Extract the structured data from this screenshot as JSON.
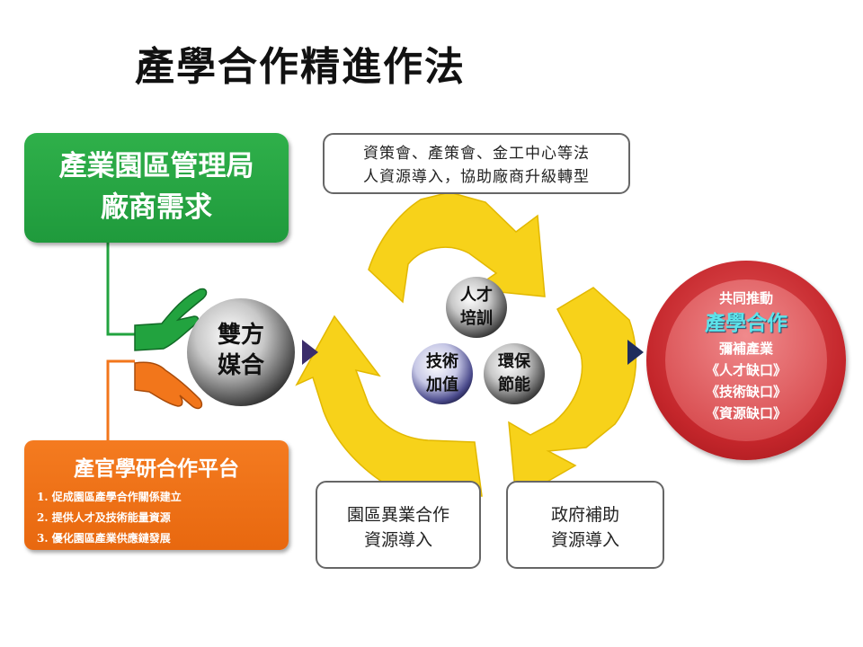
{
  "title": "產學合作精進作法",
  "green_box": {
    "line1": "產業園區管理局",
    "line2": "廠商需求"
  },
  "orange_box": {
    "title": "產官學研合作平台",
    "items": [
      "1. 促成園區產學合作關係建立",
      "2. 提供人才及技術能量資源",
      "3. 優化園區產業供應鏈發展"
    ]
  },
  "top_box": {
    "line1": "資策會、產策會、金工中心等法",
    "line2": "人資源導入，協助廠商升級轉型"
  },
  "bottom_left_box": {
    "line1": "園區異業合作",
    "line2": "資源導入"
  },
  "bottom_right_box": {
    "line1": "政府補助",
    "line2": "資源導入"
  },
  "spheres": {
    "matchmaking": {
      "line1": "雙方",
      "line2": "媒合"
    },
    "talent": {
      "line1": "人才",
      "line2": "培訓"
    },
    "tech": {
      "line1": "技術",
      "line2": "加值"
    },
    "eco": {
      "line1": "環保",
      "line2": "節能"
    }
  },
  "result_circle": {
    "line1": "共同推動",
    "highlight": "產學合作",
    "line3": "彌補產業",
    "gaps": [
      "《人才缺口》",
      "《技術缺口》",
      "《資源缺口》"
    ]
  },
  "colors": {
    "green": "#22a33f",
    "orange": "#f2761b",
    "yellow": "#f7d21a",
    "red": "#c4262b",
    "navy": "#1f2d5c",
    "purple": "#3b2d6b",
    "highlight": "#5ee3ea"
  },
  "icons": [
    "green-hand-icon",
    "orange-hand-icon",
    "recycle-arrows-icon"
  ]
}
